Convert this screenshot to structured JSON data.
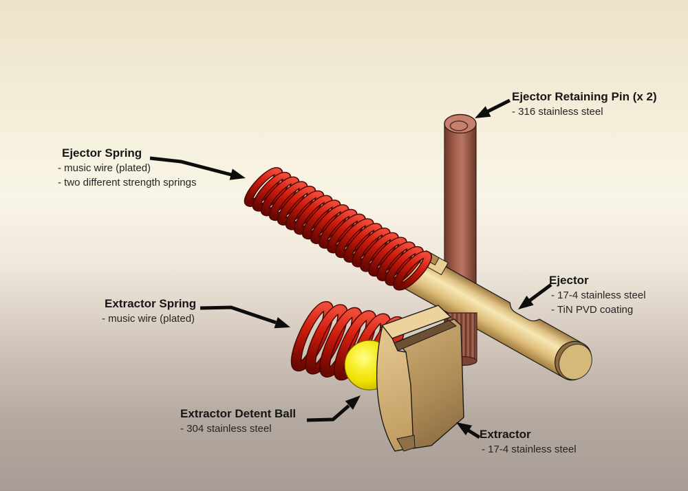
{
  "figure": {
    "type": "cad-annotated-assembly",
    "background": {
      "top": "#ece3c9",
      "light_band": "#f9f5e6",
      "bottom": "#a79c95"
    }
  },
  "callouts": {
    "ejector_retaining_pin": {
      "title": "Ejector Retaining Pin (x 2)",
      "details": [
        "- 316 stainless steel"
      ]
    },
    "ejector_spring": {
      "title": "Ejector Spring",
      "details": [
        "- music wire (plated)",
        "- two different strength springs"
      ]
    },
    "extractor_spring": {
      "title": "Extractor Spring",
      "details": [
        "- music wire (plated)"
      ]
    },
    "extractor_detent_ball": {
      "title": "Extractor Detent Ball",
      "details": [
        "- 304 stainless steel"
      ]
    },
    "ejector": {
      "title": "Ejector",
      "details": [
        "- 17-4 stainless steel",
        "- TiN PVD coating"
      ]
    },
    "extractor": {
      "title": "Extractor",
      "details": [
        "- 17-4 stainless steel"
      ]
    }
  },
  "parts": [
    {
      "id": "ejector-spring",
      "label": "Ejector Spring",
      "color": "#cf1c0d"
    },
    {
      "id": "extractor-spring",
      "label": "Extractor Spring",
      "color": "#cf1c0d"
    },
    {
      "id": "ejector",
      "label": "Ejector",
      "color": "#e8cd8e"
    },
    {
      "id": "ejector-retaining-pin",
      "label": "Ejector Retaining Pin",
      "color": "#a55f4d"
    },
    {
      "id": "extractor-detent-ball",
      "label": "Extractor Detent Ball",
      "color": "#f6ec00"
    },
    {
      "id": "extractor",
      "label": "Extractor",
      "color": "#c9a96e"
    }
  ]
}
